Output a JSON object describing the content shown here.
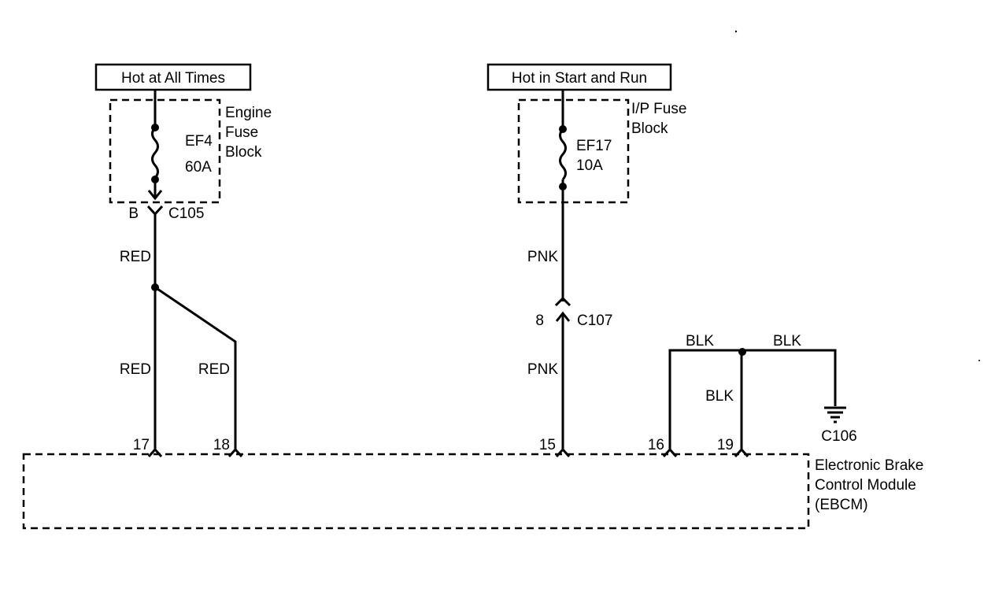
{
  "sources": {
    "left_label": "Hot at All Times",
    "right_label": "Hot in Start and Run"
  },
  "fuse_blocks": {
    "engine": {
      "name_lines": [
        "Engine",
        "Fuse",
        "Block"
      ],
      "fuse_id": "EF4",
      "rating": "60A"
    },
    "ip": {
      "name_lines": [
        "I/P Fuse",
        "Block"
      ],
      "fuse_id": "EF17",
      "rating": "10A"
    }
  },
  "connectors": {
    "c105": {
      "pin": "B",
      "name": "C105"
    },
    "c107": {
      "pin": "8",
      "name": "C107"
    }
  },
  "wires": {
    "red_upper": "RED",
    "red_left": "RED",
    "red_right": "RED",
    "pnk_upper": "PNK",
    "pnk_lower": "PNK",
    "blk_top_left": "BLK",
    "blk_top_right": "BLK",
    "blk_vertical": "BLK"
  },
  "ground": {
    "name": "C106"
  },
  "module": {
    "name_lines": [
      "Electronic Brake",
      "Control Module",
      "(EBCM)"
    ],
    "pins": [
      "17",
      "18",
      "15",
      "16",
      "19"
    ]
  }
}
